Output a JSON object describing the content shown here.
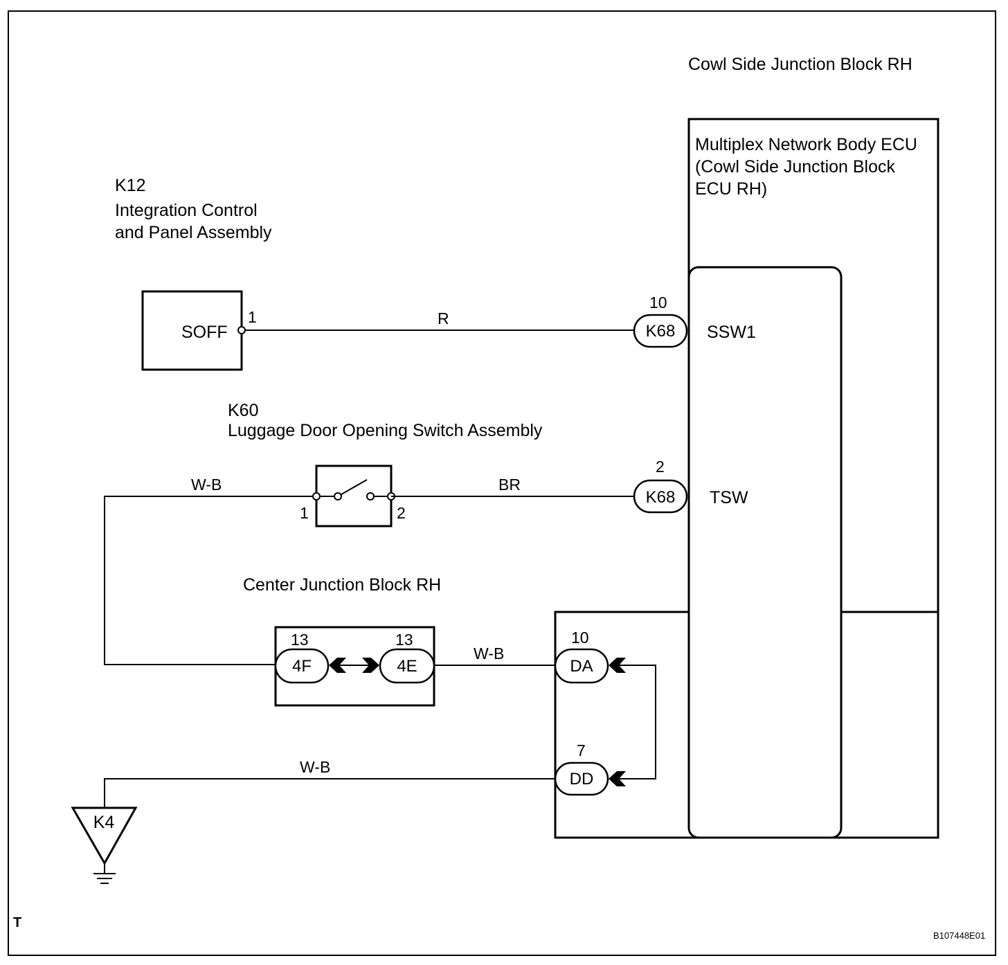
{
  "labels": {
    "cowl_block": "Cowl Side Junction Block RH",
    "ecu_line1": "Multiplex Network Body ECU",
    "ecu_line2": "(Cowl Side Junction Block",
    "ecu_line3": "ECU RH)",
    "k12_code": "K12",
    "k12_line1": "Integration Control",
    "k12_line2": "and Panel Assembly",
    "k12_terminal": "SOFF",
    "k12_pin": "1",
    "k60_code": "K60",
    "k60_name": "Luggage Door Opening Switch Assembly",
    "k60_pin1": "1",
    "k60_pin2": "2",
    "center_block": "Center Junction Block RH",
    "ground_code": "K4",
    "footer_left": "T",
    "footer_right": "B107448E01"
  },
  "wires": {
    "soff_wire": "R",
    "switch_left_wire": "W-B",
    "switch_right_wire": "BR",
    "cjb_wire": "W-B",
    "ground_wire": "W-B"
  },
  "connectors": {
    "k68_ssw1": {
      "name": "K68",
      "pin": "10",
      "terminal": "SSW1"
    },
    "k68_tsw": {
      "name": "K68",
      "pin": "2",
      "terminal": "TSW"
    },
    "c4f": {
      "name": "4F",
      "pin": "13"
    },
    "c4e": {
      "name": "4E",
      "pin": "13"
    },
    "cda": {
      "name": "DA",
      "pin": "10"
    },
    "cdd": {
      "name": "DD",
      "pin": "7"
    }
  }
}
